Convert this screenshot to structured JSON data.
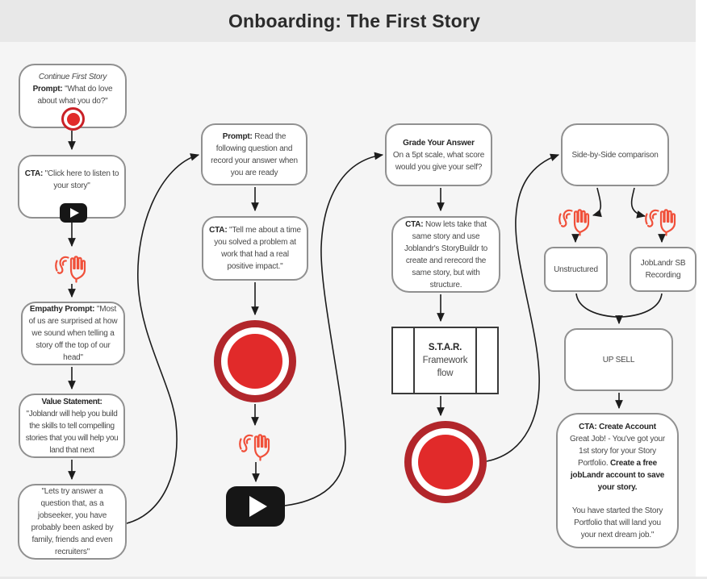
{
  "header": {
    "title": "Onboarding: The First Story"
  },
  "colors": {
    "canvas": "#f5f5f5",
    "header_band": "#e8e8e8",
    "node_border": "#909090",
    "record_ring": "#b2262b",
    "record_disc": "#e12a2a",
    "listen_icon": "#f0503a",
    "play_bg": "#161616",
    "wire": "#1c1c1c"
  },
  "icons": {
    "record": "record-icon",
    "play": "play-icon",
    "listen": "listen-snap-icon"
  },
  "col1": {
    "box1": {
      "title_italic": "Continue First Story",
      "label": "Prompt:",
      "text": " \"What do love about what you do?\""
    },
    "box2": {
      "label": "CTA:",
      "text": " \"Click here to listen to your story\""
    },
    "box3": {
      "label": "Empathy Prompt:",
      "text": " \"Most of us are surprised at how we sound when telling a story off the top of our head\""
    },
    "box4": {
      "label": "Value Statement:",
      "text": "\"Joblandr will help you build the skills to tell compelling stories that you will help you land that next"
    },
    "box5": {
      "text": "\"Lets  try answer a question that, as a jobseeker, you have probably been asked by family, friends and even recruiters\""
    }
  },
  "col2": {
    "box1": {
      "label": "Prompt:",
      "text": " Read the following question and record your answer when you are ready"
    },
    "box2": {
      "label": "CTA:",
      "text": " \"Tell me about a time you solved a problem at work that had a real positive impact.\""
    }
  },
  "col3": {
    "box1": {
      "title": "Grade Your Answer",
      "text": "On a 5pt scale, what score would you give your self?"
    },
    "box2": {
      "label": "CTA:",
      "text": " Now lets take that same story and use Joblandr's StoryBuildr to create and rerecord the same story, but with structure."
    },
    "star": {
      "title": "S.T.A.R.",
      "text": "Framework flow"
    }
  },
  "col4": {
    "box1": {
      "text": "Side-by-Side comparison"
    },
    "unstructured": {
      "text": "Unstructured"
    },
    "joblandr": {
      "text": "JobLandr SB Recording"
    },
    "upsell": {
      "text": "UP SELL"
    },
    "cta": {
      "title": "CTA: Create Account",
      "p1_normal": "Great Job! - You've got your 1st story for your Story Portfolio. ",
      "p1_bold": "Create a free jobLandr account to save your story.",
      "p2": "You have started the Story Portfolio that will land you your next dream job.\""
    }
  }
}
